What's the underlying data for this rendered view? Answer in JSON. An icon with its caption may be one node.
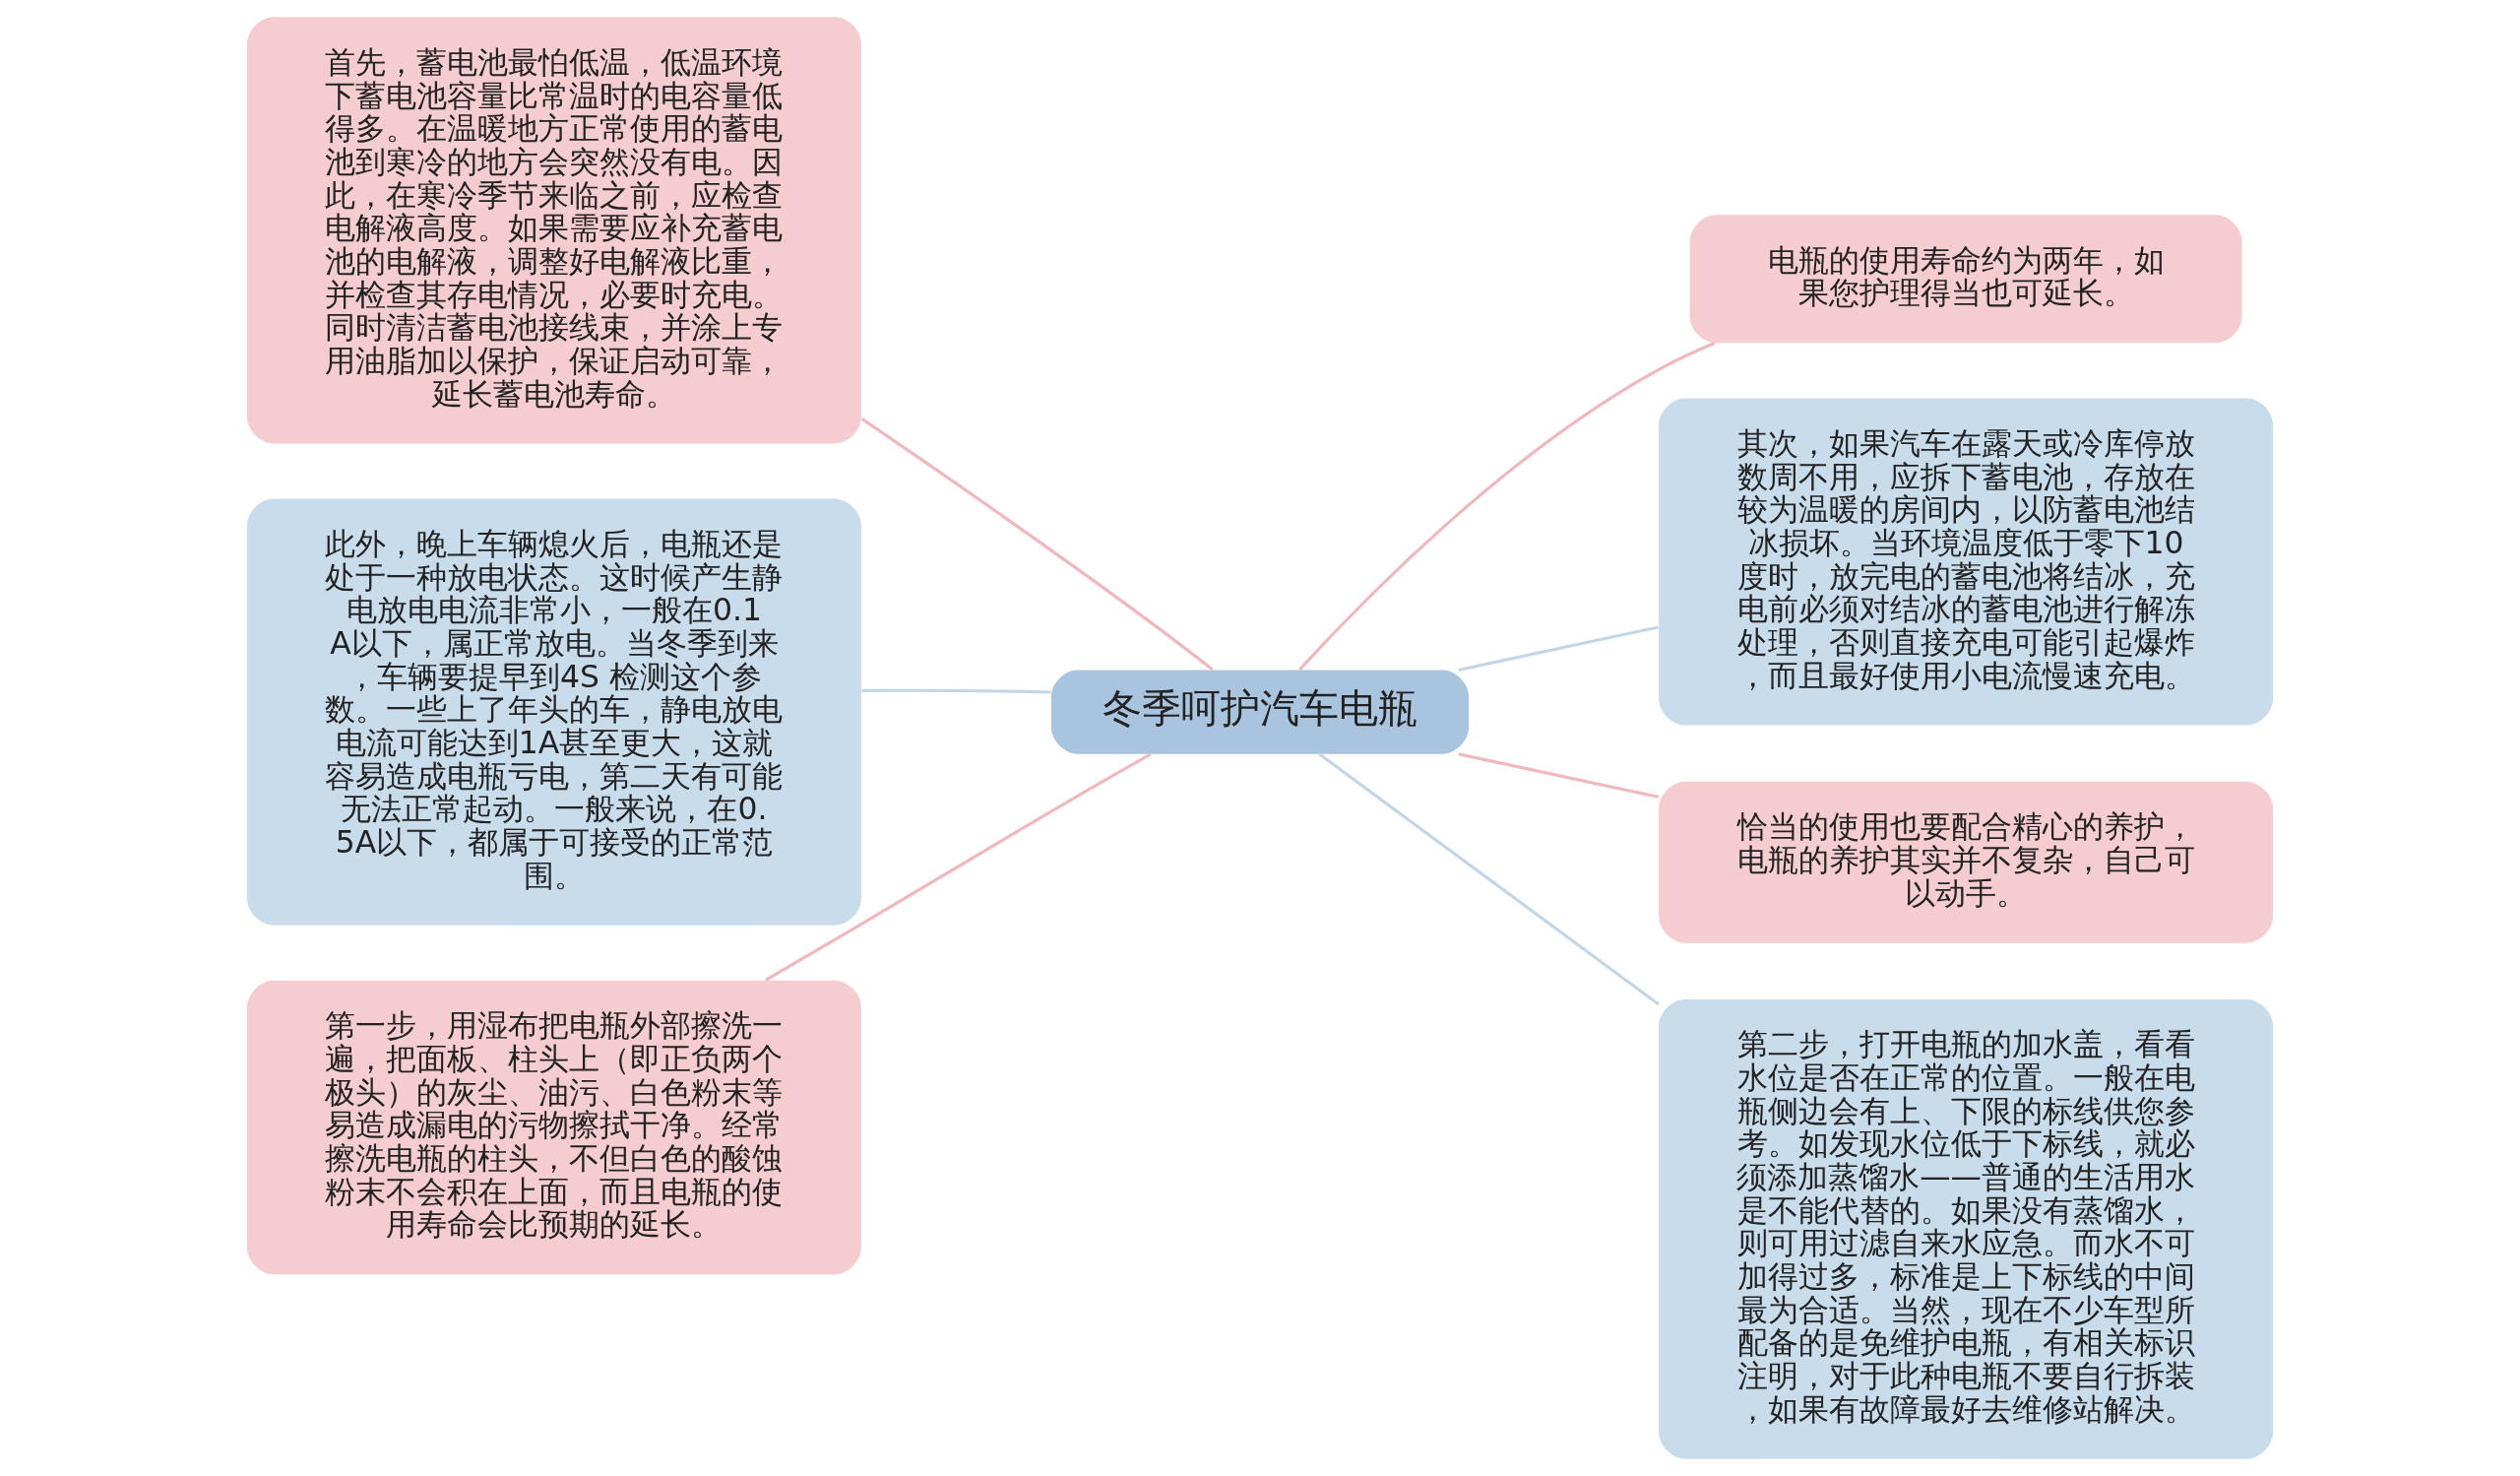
{
  "diagram": {
    "nodes": [
      {
        "text": [
          "冬季呵护汽车电瓶"
        ]
      },
      {
        "text": [
          "首先，蓄电池最怕低温，低温环境下蓄电池容量比常温时的电容量低得多。在温暖地方正常使用的蓄电池到寒冷的地方会突然没有电。因此，在寒冷季节来临之前，应检查电解液高度。如果需要应补充蓄电池的电解液，调整好电解液比重，并检查其存电情况，必要时充电。同时清洁蓄电池接线束，并涂上专用油脂加以保护，保证启动可靠，延长蓄电池寿命。"
        ]
      },
      {
        "text": [
          "此外，晚上车辆熄火后，电瓶还是处于一种放电状态。这时候产生静电放电电流非常小，一般在0.1A以下，属正常放电。当冬季到来，车辆要提早到4S 检测这个参数。一些上了年头的车，静电放电电流可能达到1A甚至更大，这就容易造成电瓶亏电，第二天有可能无法正常起动。一般来说，在0.5A以下，都属于可接受的正常范围。"
        ]
      },
      {
        "text": [
          "第一步，用湿布把电瓶外部擦洗一遍，把面板、柱头上（即正负两个极头）的灰尘、油污、白色粉末等易造成漏电的污物擦拭干净。经常擦洗电瓶的柱头，不但白色的酸蚀粉末不会积在上面，而且电瓶的使用寿命会比预期的延长。"
        ]
      },
      {
        "text": [
          "电瓶的使用寿命约为两年，如果您护理得当也可延长。"
        ]
      },
      {
        "text": [
          "其次，如果汽车在露天或冷库停放数周不用，应拆下蓄电池，存放在较为温暖的房间内，以防蓄电池结冰损坏。当环境温度低于零下10度时，放完电的蓄电池将结冰，充电前必须对结冰的蓄电池进行解冻处理，否则直接充电可能引起爆炸，而且最好使用小电流慢速充电。"
        ]
      },
      {
        "text": [
          "恰当的使用也要配合精心的养护，电瓶的养护其实并不复杂，自己可以动手。"
        ]
      },
      {
        "text": [
          "第二步，打开电瓶的加水盖，看看水位是否在正常的位置。一般在电瓶侧边会有上、下限的标线供您参考。如发现水位低于下标线，就必须添加蒸馏水——普通的生活用水是不能代替的。如果没有蒸馏水，则可用过滤自来水应急。而水不可加得过多，标准是上下标线的中间最为合适。当然，现在不少车型所配备的是免维护电瓶，有相关标识注明，对于此种电瓶不要自行拆装，如果有故障最好去维修站解决。"
        ]
      }
    ],
    "edges": [
      {
        "from": 0,
        "to": 1,
        "arrow": "none"
      },
      {
        "from": 0,
        "to": 2,
        "arrow": "none",
        "color": "#c3d6e8"
      },
      {
        "from": 0,
        "to": 3,
        "arrow": "none"
      },
      {
        "from": 0,
        "to": 4,
        "arrow": "none"
      },
      {
        "from": 0,
        "to": 5,
        "arrow": "none",
        "color": "#c3d6e8"
      },
      {
        "from": 0,
        "to": 6,
        "arrow": "none"
      },
      {
        "from": 0,
        "to": 7,
        "arrow": "none",
        "color": "#c3d6e8"
      }
    ]
  }
}
